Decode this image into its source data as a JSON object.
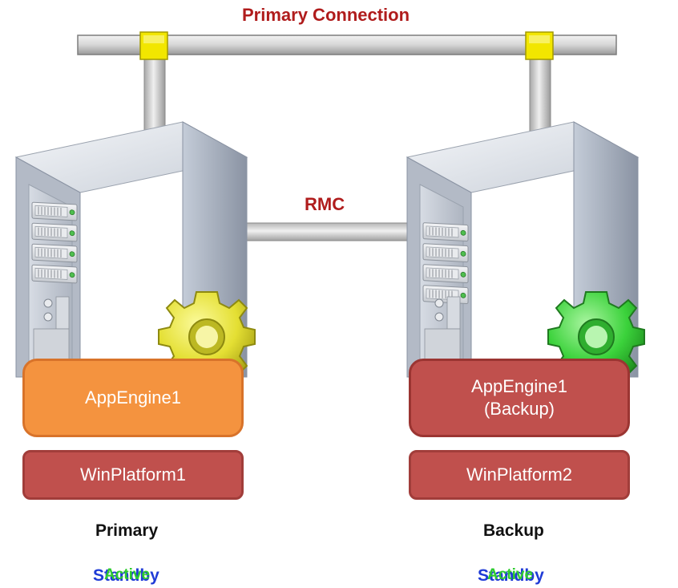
{
  "primary_connection_label": "Primary Connection",
  "rmc_label": "RMC",
  "primary_node": {
    "engine_label": "AppEngine1",
    "platform_label": "WinPlatform1",
    "role": "Primary",
    "status_a": "Standby",
    "status_b": "Active"
  },
  "backup_node": {
    "engine_line1": "AppEngine1",
    "engine_line2": "(Backup)",
    "platform_label": "WinPlatform2",
    "role": "Backup",
    "status_a": "Standby",
    "status_b": "Active"
  },
  "colors": {
    "title_red": "#b01c1c",
    "engine_orange": "#f4933f",
    "engine_red": "#c0504d",
    "platform_red": "#c0504d",
    "connector_yellow": "#f2e600",
    "gear_yellow": "#e6e33a",
    "gear_green": "#3fd43f",
    "status_blue": "#1f3bd6",
    "status_green": "#2ecc2e"
  },
  "icons": [
    "server-tower-icon",
    "gear-icon",
    "network-connector-icon"
  ]
}
